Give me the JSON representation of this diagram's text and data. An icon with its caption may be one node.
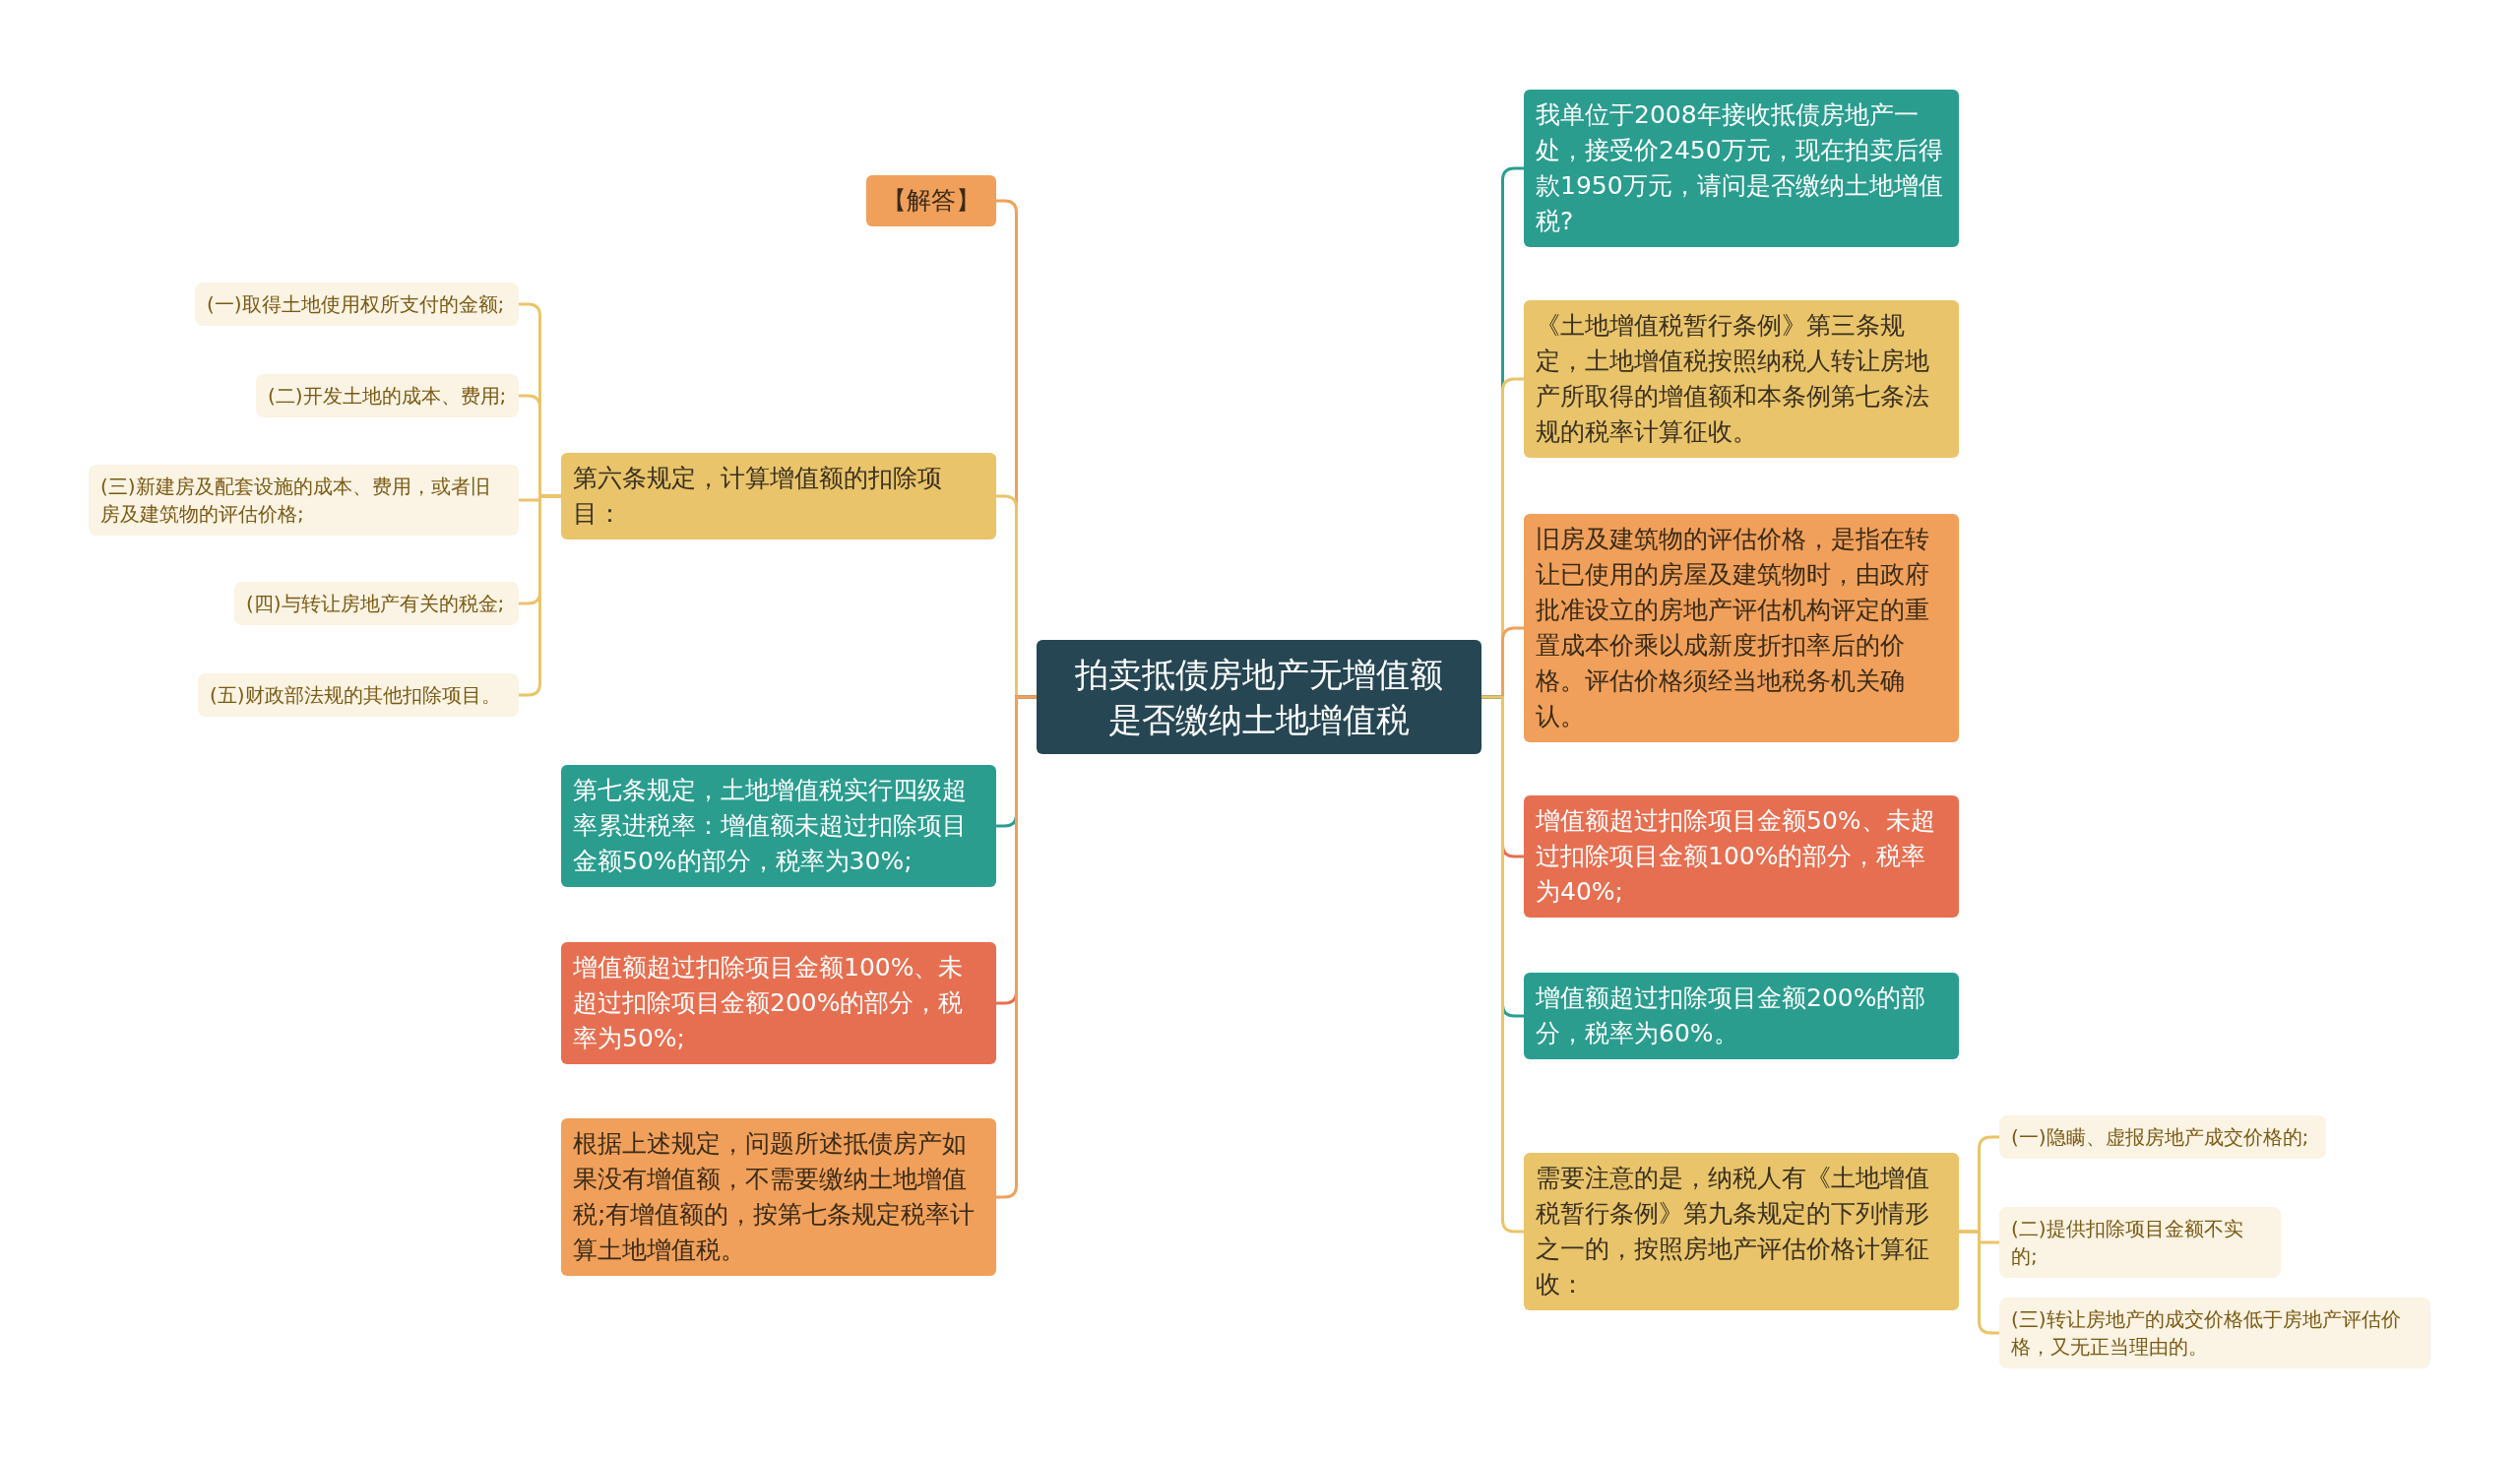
{
  "diagram": {
    "nodes": [
      {
        "text": [
          "拍卖抵债房地产无增值额是否缴纳土地增值税"
        ]
      },
      {
        "text": [
          "【解答】"
        ]
      },
      {
        "text": [
          "第六条规定，计算增值额的扣除项目："
        ]
      },
      {
        "text": [
          "(一)取得土地使用权所支付的金额;"
        ]
      },
      {
        "text": [
          "(二)开发土地的成本、费用;"
        ]
      },
      {
        "text": [
          "(三)新建房及配套设施的成本、费用，或者旧房及建筑物的评估价格;"
        ]
      },
      {
        "text": [
          "(四)与转让房地产有关的税金;"
        ]
      },
      {
        "text": [
          "(五)财政部法规的其他扣除项目。"
        ]
      },
      {
        "text": [
          "第七条规定，土地增值税实行四级超率累进税率：增值额未超过扣除项目金额50%的部分，税率为30%;"
        ]
      },
      {
        "text": [
          "增值额超过扣除项目金额100%、未超过扣除项目金额200%的部分，税率为50%;"
        ]
      },
      {
        "text": [
          "根据上述规定，问题所述抵债房产如果没有增值额，不需要缴纳土地增值税;有增值额的，按第七条规定税率计算土地增值税。"
        ]
      },
      {
        "text": [
          "我单位于2008年接收抵债房地产一处，接受价2450万元，现在拍卖后得款1950万元，请问是否缴纳土地增值税?"
        ]
      },
      {
        "text": [
          "《土地增值税暂行条例》第三条规定，土地增值税按照纳税人转让房地产所取得的增值额和本条例第七条法规的税率计算征收。"
        ]
      },
      {
        "text": [
          "旧房及建筑物的评估价格，是指在转让已使用的房屋及建筑物时，由政府批准设立的房地产评估机构评定的重置成本价乘以成新度折扣率后的价格。评估价格须经当地税务机关确认。"
        ]
      },
      {
        "text": [
          "增值额超过扣除项目金额50%、未超过扣除项目金额100%的部分，税率为40%;"
        ]
      },
      {
        "text": [
          "增值额超过扣除项目金额200%的部分，税率为60%。"
        ]
      },
      {
        "text": [
          "需要注意的是，纳税人有《土地增值税暂行条例》第九条规定的下列情形之一的，按照房地产评估价格计算征收："
        ]
      },
      {
        "text": [
          "(一)隐瞒、虚报房地产成交价格的;"
        ]
      },
      {
        "text": [
          "(二)提供扣除项目金额不实的;"
        ]
      },
      {
        "text": [
          "(三)转让房地产的成交价格低于房地产评估价格，又无正当理由的。"
        ]
      }
    ],
    "edges": [
      {
        "from": 0,
        "to": 1,
        "arrow": "none",
        "color": "#f0a05a"
      },
      {
        "from": 0,
        "to": 2,
        "arrow": "none"
      },
      {
        "from": 0,
        "to": 8,
        "arrow": "none",
        "color": "#2a9d8f"
      },
      {
        "from": 0,
        "to": 9,
        "arrow": "none",
        "color": "#e76f51"
      },
      {
        "from": 0,
        "to": 10,
        "arrow": "none",
        "color": "#f0a05a"
      },
      {
        "from": 0,
        "to": 11,
        "arrow": "none",
        "color": "#2a9d8f"
      },
      {
        "from": 0,
        "to": 12,
        "arrow": "none"
      },
      {
        "from": 0,
        "to": 13,
        "arrow": "none",
        "color": "#f0a05a"
      },
      {
        "from": 0,
        "to": 14,
        "arrow": "none",
        "color": "#e76f51"
      },
      {
        "from": 0,
        "to": 15,
        "arrow": "none",
        "color": "#2a9d8f"
      },
      {
        "from": 0,
        "to": 16,
        "arrow": "none"
      },
      {
        "from": 2,
        "to": 3,
        "arrow": "none"
      },
      {
        "from": 2,
        "to": 4,
        "arrow": "none"
      },
      {
        "from": 2,
        "to": 5,
        "arrow": "none"
      },
      {
        "from": 2,
        "to": 6,
        "arrow": "none"
      },
      {
        "from": 2,
        "to": 7,
        "arrow": "none"
      },
      {
        "from": 16,
        "to": 17,
        "arrow": "none"
      },
      {
        "from": 16,
        "to": 18,
        "arrow": "none"
      },
      {
        "from": 16,
        "to": 19,
        "arrow": "none"
      }
    ]
  }
}
